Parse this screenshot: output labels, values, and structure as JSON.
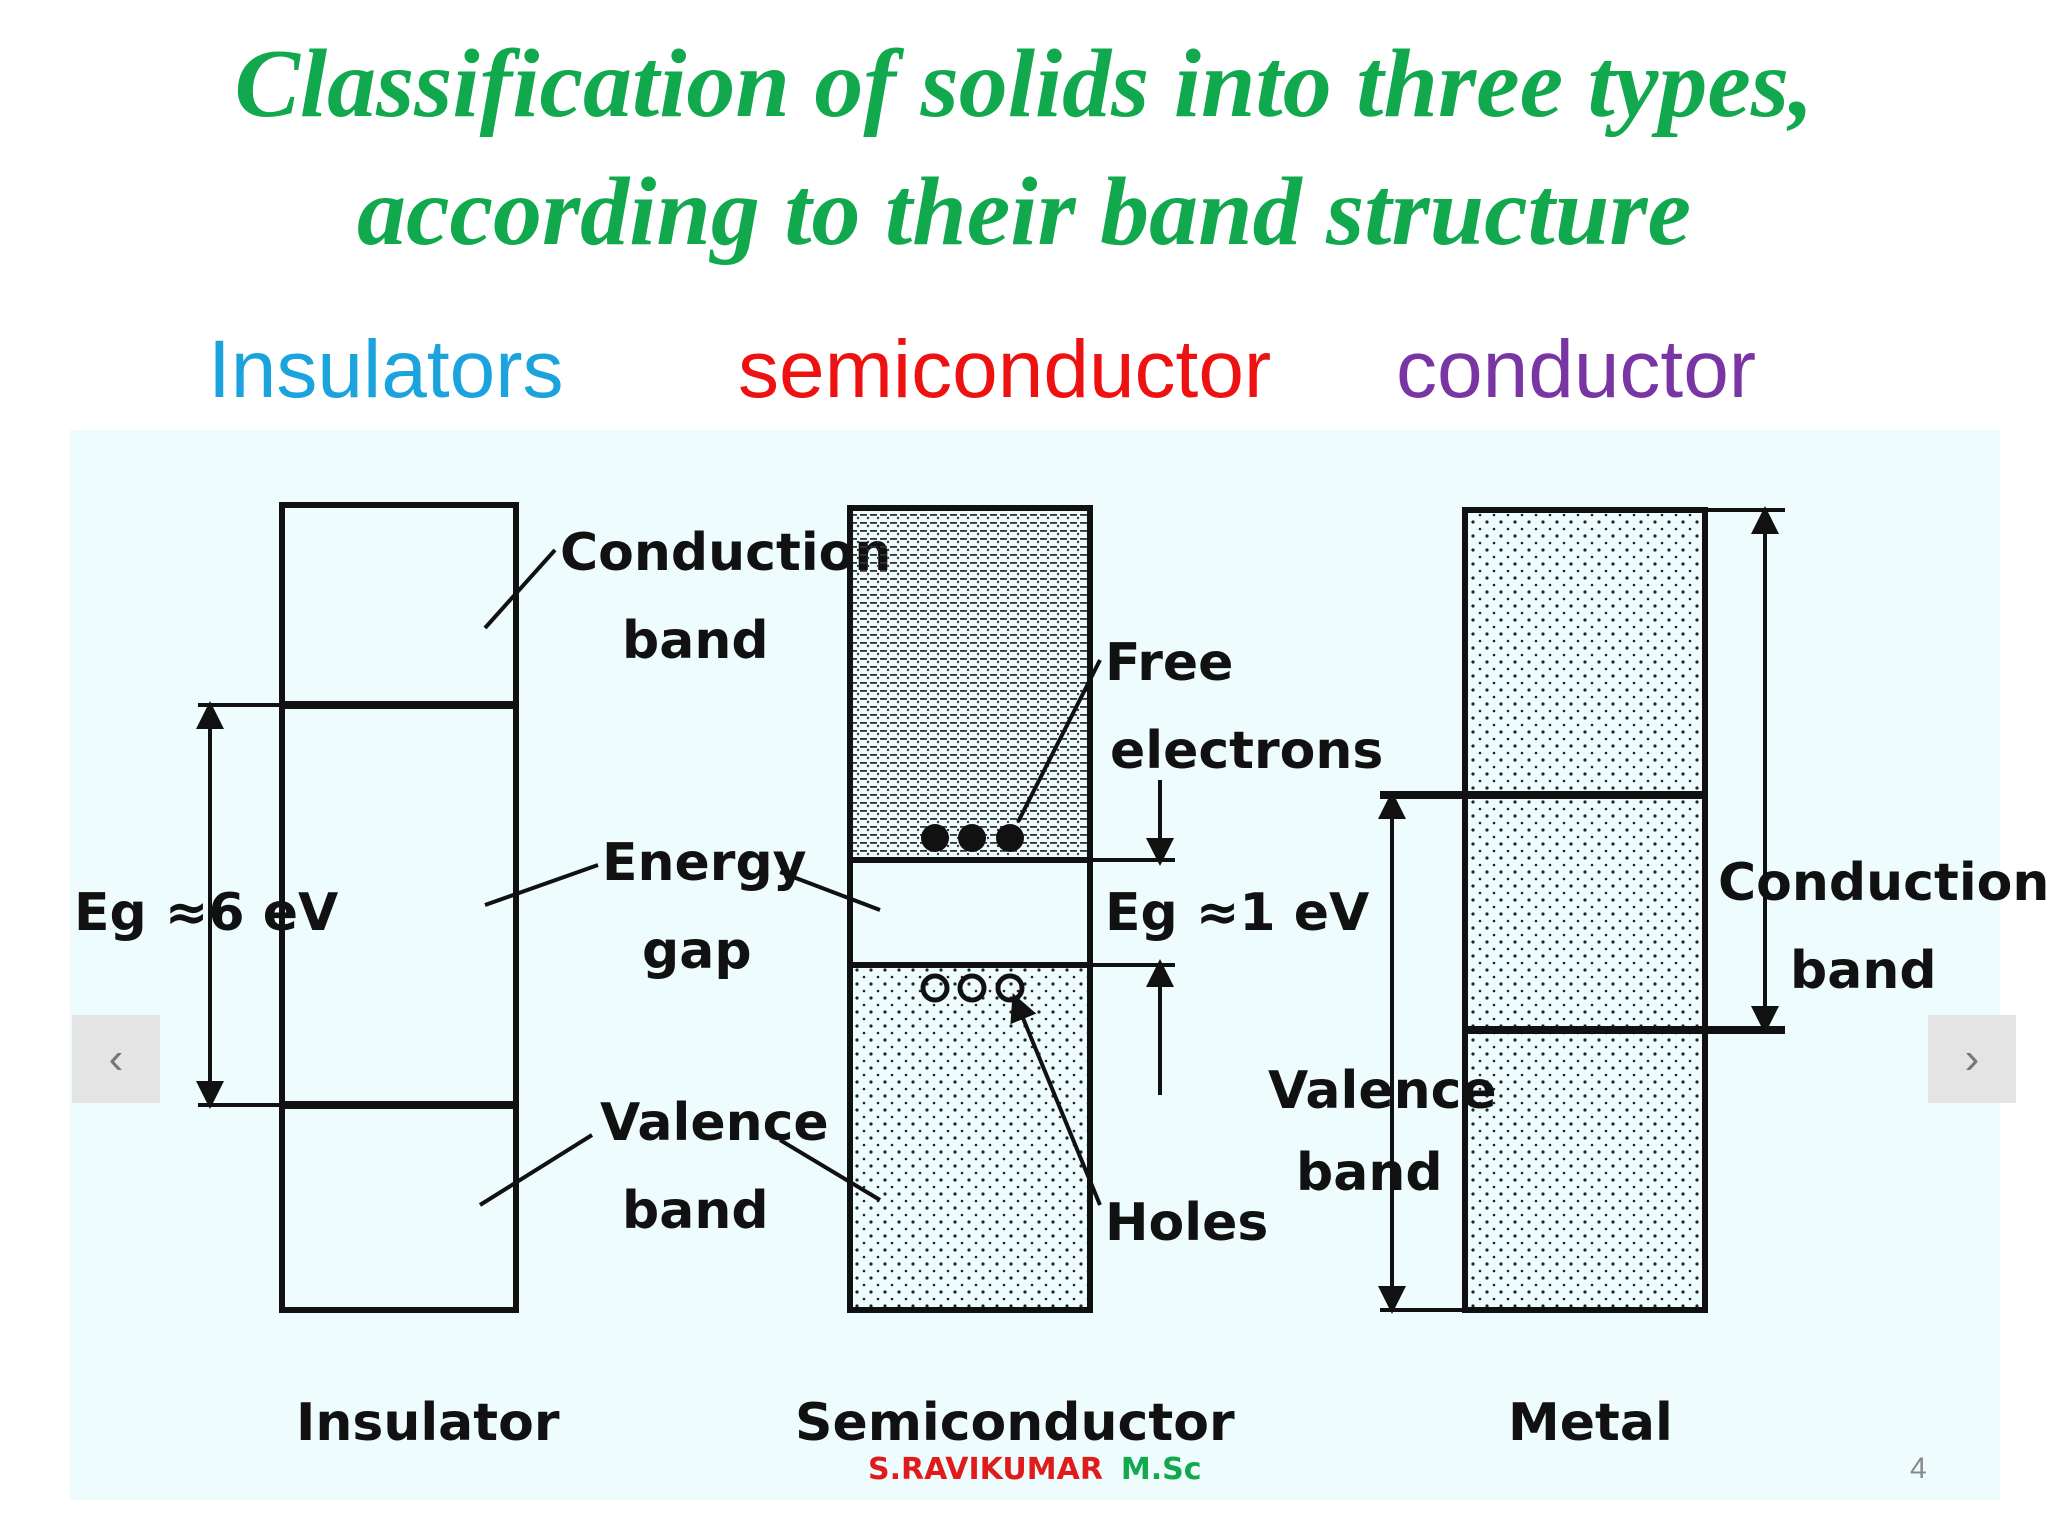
{
  "title": {
    "line1": "Classification of solids into three types,",
    "line2": "according to their band structure"
  },
  "types": {
    "insulators": "Insulators",
    "semiconductor": "semiconductor",
    "conductor": "conductor"
  },
  "diagram": {
    "insulator": {
      "name": "Insulator",
      "conduction_band": [
        "Conduction",
        "band"
      ],
      "energy_gap": [
        "Energy",
        "gap"
      ],
      "valence_band": [
        "Valence",
        "band"
      ],
      "gap_label": "Eg ≈6 eV"
    },
    "semiconductor": {
      "name": "Semiconductor",
      "free_electrons": [
        "Free",
        "electrons"
      ],
      "holes": "Holes",
      "gap_label": "Eg ≈1 eV"
    },
    "metal": {
      "name": "Metal",
      "conduction_band": [
        "Conduction",
        "band"
      ],
      "valence_band": [
        "Valence",
        "band"
      ]
    }
  },
  "nav": {
    "prev_icon": "‹",
    "next_icon": "›"
  },
  "footer": {
    "author": "S.RAVIKUMAR",
    "degree": "M.Sc",
    "page": "4"
  },
  "colors": {
    "title": "#11a84e",
    "insulators": "#1aa3dc",
    "semiconductor": "#ee1111",
    "conductor": "#7a35a4",
    "panel": "#eefcfd"
  }
}
